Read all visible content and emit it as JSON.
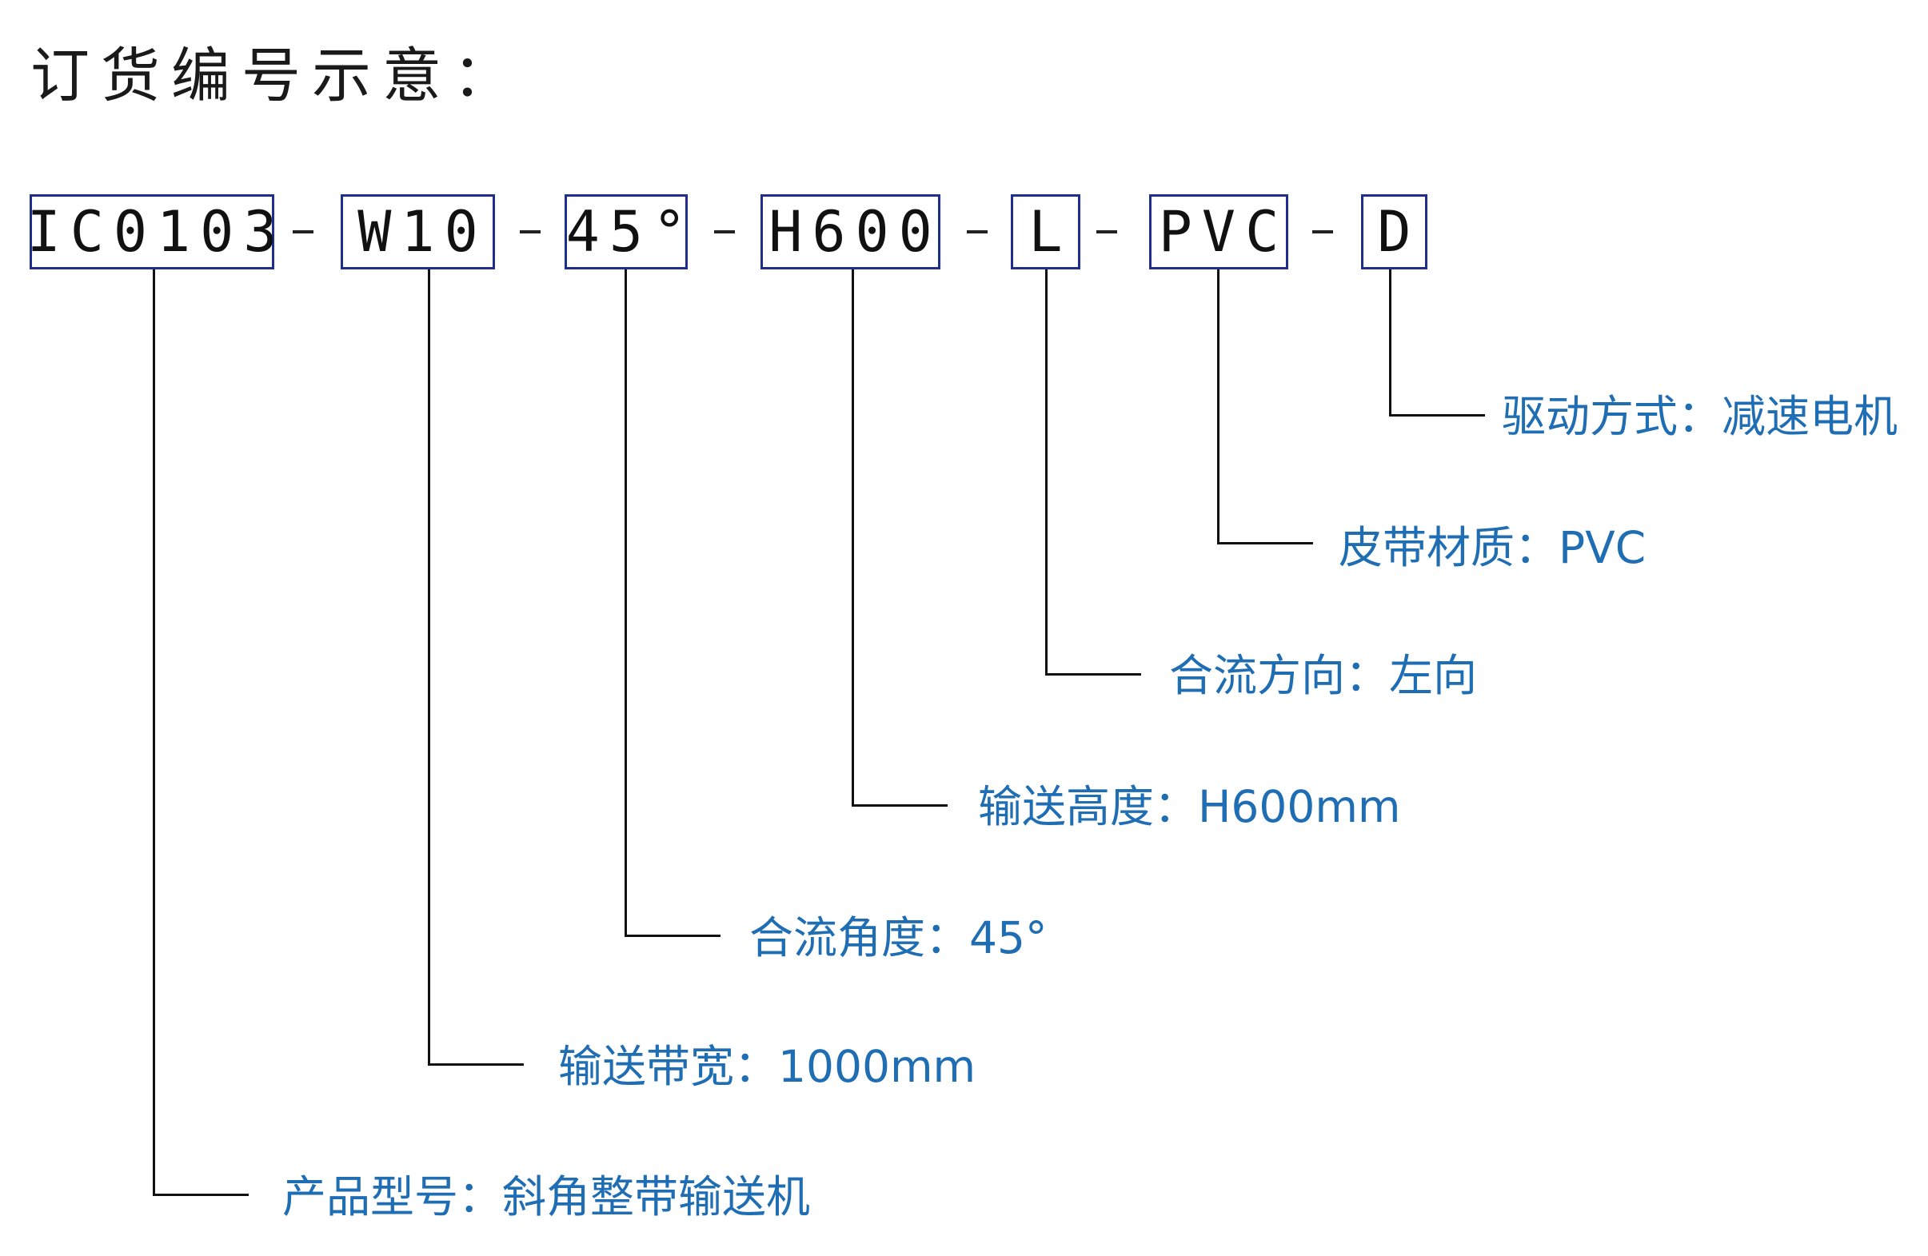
{
  "title": "订货编号示意：",
  "code_segments": [
    {
      "text": "IC0103"
    },
    {
      "text": "W10"
    },
    {
      "text": "45°"
    },
    {
      "text": "H600"
    },
    {
      "text": "L"
    },
    {
      "text": "PVC"
    },
    {
      "text": "D"
    }
  ],
  "separator": "-",
  "labels": [
    {
      "text": "驱动方式：减速电机"
    },
    {
      "text": "皮带材质：PVC"
    },
    {
      "text": "合流方向：左向"
    },
    {
      "text": "输送高度：H600mm"
    },
    {
      "text": "合流角度：45°"
    },
    {
      "text": "输送带宽：1000mm"
    },
    {
      "text": "产品型号：斜角整带输送机"
    }
  ],
  "colors": {
    "box_border": "#1f2d8f",
    "label_text": "#1f6db3",
    "line": "#111111"
  }
}
